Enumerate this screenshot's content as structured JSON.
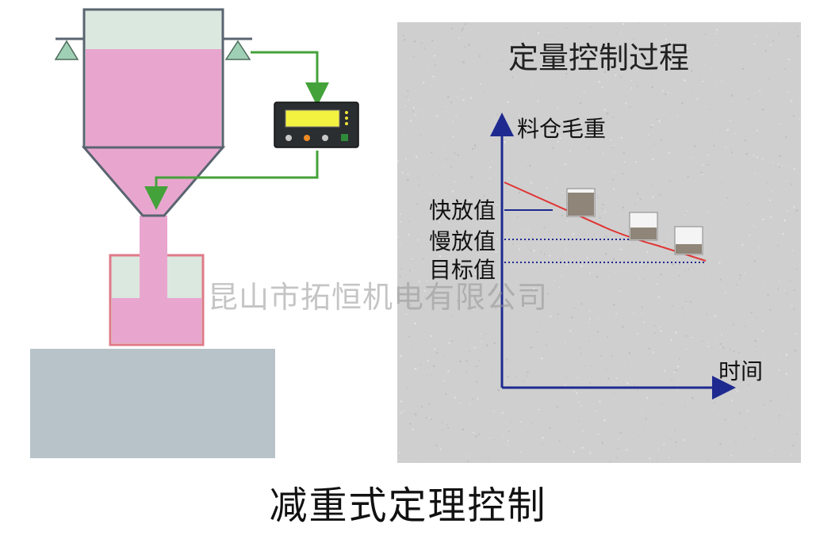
{
  "caption": "减重式定理控制",
  "watermark": "昆山市拓恒机电有限公司",
  "colors": {
    "hopper_fill": "#e8a6cf",
    "hopper_empty": "#dbe8df",
    "outline": "#5a6470",
    "arrow_green": "#44a23a",
    "curve_red": "#e03434",
    "axis_blue": "#1f2a90",
    "platform": "#b7c3c8",
    "container_border": "#e07a88",
    "panel_bg": "#cfcfcf",
    "display_yellow": "#f4f240"
  },
  "icons": [
    "load-cell-left-icon",
    "load-cell-right-icon",
    "weighing-controller-icon"
  ],
  "chart": {
    "title": "定量控制过程",
    "y_axis_label": "料仓毛重",
    "x_axis_label": "时间",
    "levels": [
      {
        "label": "快放值"
      },
      {
        "label": "慢放值"
      },
      {
        "label": "目标值"
      }
    ]
  }
}
